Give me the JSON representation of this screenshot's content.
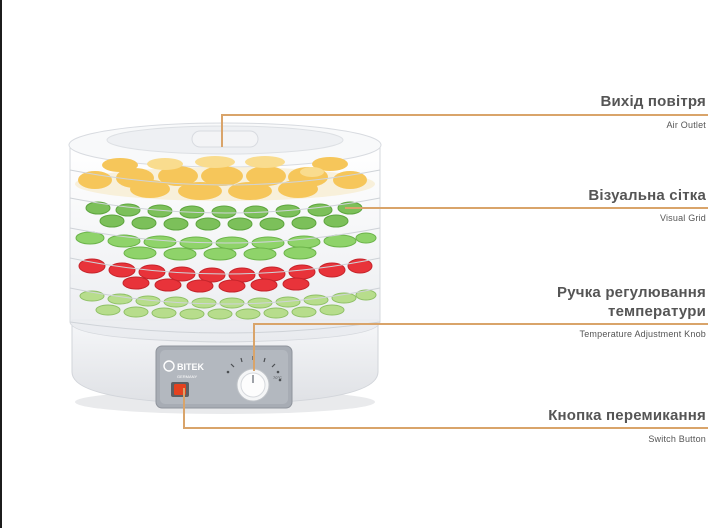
{
  "callouts": [
    {
      "title": "Вихід повітря",
      "subtitle": "Air Outlet",
      "icon": "air-outlet"
    },
    {
      "title": "Візуальна сітка",
      "subtitle": "Visual Grid",
      "icon": "visual-grid"
    },
    {
      "title": "Ручка регулювання температури",
      "subtitle": "Temperature Adjustment Knob",
      "icon": "temperature-knob"
    },
    {
      "title": "Кнопка перемикання",
      "subtitle": "Switch Button",
      "icon": "switch-button"
    }
  ],
  "device": {
    "brand": "BITEK",
    "brand_tagline": "GERMANY"
  },
  "colors": {
    "leader_line": "#d9a46a",
    "switch": "#e4411e",
    "body": "#f2f3f5",
    "text": "#555555"
  }
}
